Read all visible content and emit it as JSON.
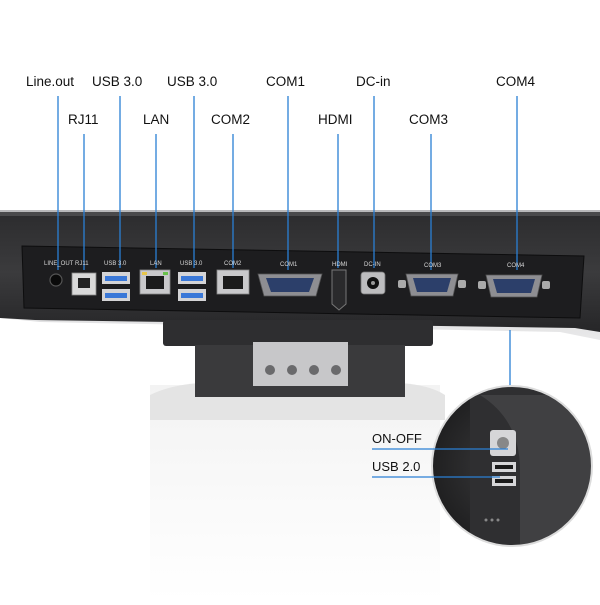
{
  "callouts": {
    "line_out": "Line.out",
    "usb30_a": "USB 3.0",
    "usb30_b": "USB 3.0",
    "com1": "COM1",
    "dc_in": "DC-in",
    "com4": "COM4",
    "rj11": "RJ11",
    "lan": "LAN",
    "com2": "COM2",
    "hdmi": "HDMI",
    "com3": "COM3",
    "on_off": "ON-OFF",
    "usb20": "USB 2.0"
  },
  "panel_labels": {
    "line_out": "LINE_OUT",
    "rj11": "RJ11",
    "usb30_a": "USB 3.0",
    "lan": "LAN",
    "usb30_b": "USB 3.0",
    "com2": "COM2",
    "com1": "COM1",
    "hdmi": "HDMI",
    "dc_in": "DC-IN",
    "com3": "COM3",
    "com4": "COM4"
  },
  "colors": {
    "leader_line": "#2a7fd4",
    "chassis": "#3a3a3c",
    "port_panel": "#1c1c1e",
    "usb_blue": "#3a78d8"
  }
}
